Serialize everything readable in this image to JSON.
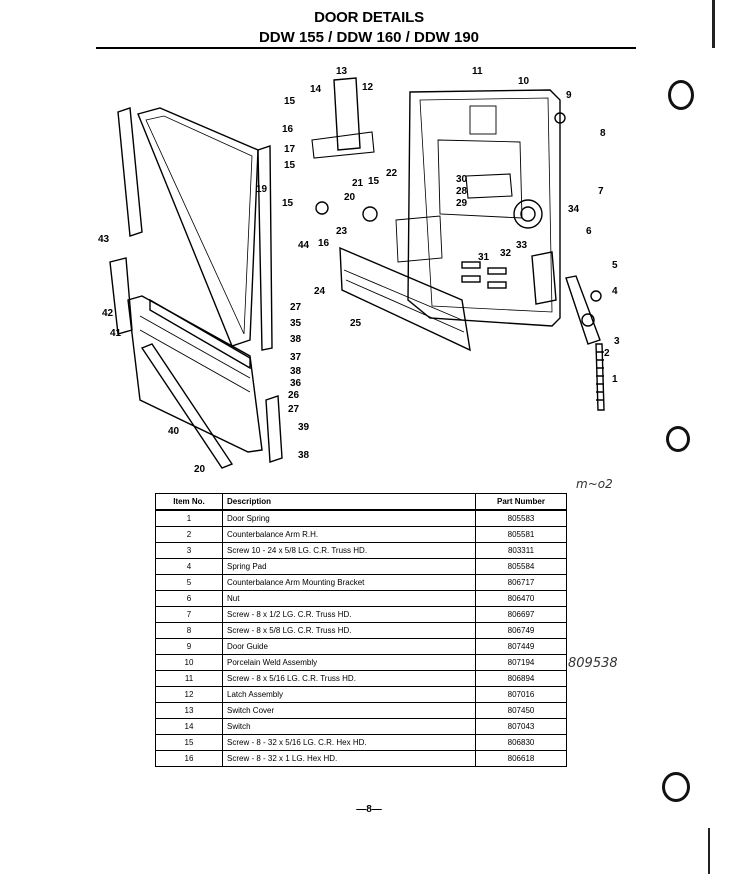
{
  "header": {
    "title": "DOOR DETAILS",
    "models": "DDW 155 / DDW 160 / DDW 190"
  },
  "diagram": {
    "callouts": [
      "1",
      "2",
      "3",
      "4",
      "5",
      "6",
      "7",
      "8",
      "9",
      "10",
      "11",
      "12",
      "13",
      "14",
      "15",
      "16",
      "17",
      "19",
      "20",
      "21",
      "22",
      "23",
      "24",
      "25",
      "26",
      "27",
      "28",
      "29",
      "30",
      "31",
      "32",
      "33",
      "34",
      "35",
      "36",
      "37",
      "38",
      "39",
      "40",
      "41",
      "42",
      "43",
      "44"
    ]
  },
  "annotations": {
    "handwritten_top": "m~o2",
    "handwritten_part": "809538"
  },
  "table": {
    "headers": [
      "Item No.",
      "Description",
      "Part Number"
    ],
    "rows": [
      [
        "1",
        "Door Spring",
        "805583"
      ],
      [
        "2",
        "Counterbalance Arm R.H.",
        "805581"
      ],
      [
        "3",
        "Screw 10 - 24 x 5/8 LG. C.R. Truss HD.",
        "803311"
      ],
      [
        "4",
        "Spring Pad",
        "805584"
      ],
      [
        "5",
        "Counterbalance Arm Mounting Bracket",
        "806717"
      ],
      [
        "6",
        "Nut",
        "806470"
      ],
      [
        "7",
        "Screw - 8 x 1/2 LG. C.R. Truss HD.",
        "806697"
      ],
      [
        "8",
        "Screw - 8 x 5/8 LG. C.R. Truss HD.",
        "806749"
      ],
      [
        "9",
        "Door Guide",
        "807449"
      ],
      [
        "10",
        "Porcelain Weld Assembly",
        "807194"
      ],
      [
        "11",
        "Screw - 8 x 5/16 LG. C.R. Truss HD.",
        "806894"
      ],
      [
        "12",
        "Latch Assembly",
        "807016"
      ],
      [
        "13",
        "Switch Cover",
        "807450"
      ],
      [
        "14",
        "Switch",
        "807043"
      ],
      [
        "15",
        "Screw - 8 - 32 x 5/16 LG. C.R. Hex HD.",
        "806830"
      ],
      [
        "16",
        "Screw - 8 - 32 x 1 LG. Hex HD.",
        "806618"
      ]
    ]
  },
  "footer": {
    "page": "—8—"
  }
}
